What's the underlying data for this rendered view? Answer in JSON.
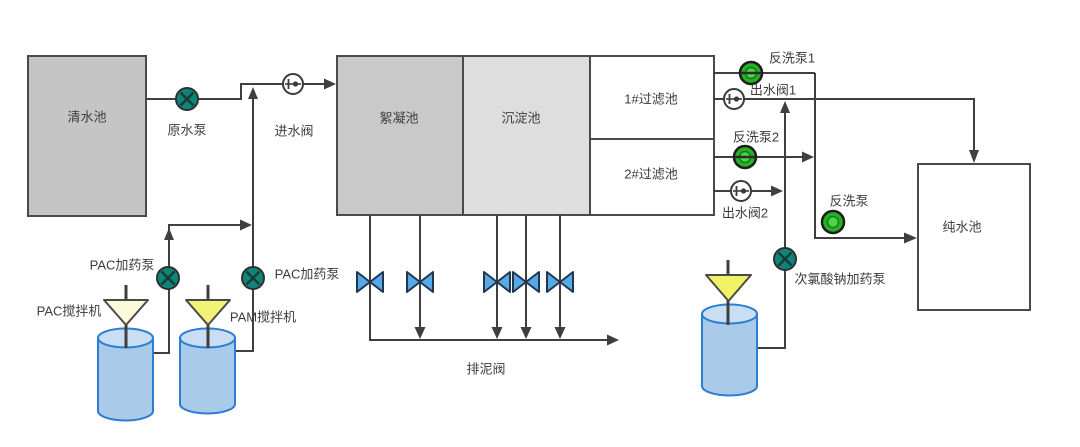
{
  "colors": {
    "background": "#ffffff",
    "pipe_line": "#3f3f3f",
    "text": "#3c3c3c",
    "basin_gray": "#c5c5c5",
    "basin_gray_dark": "#c9c9c9",
    "basin_gray_light": "#dedede",
    "basin_white": "#ffffff",
    "pump_teal": "#0f8579",
    "pump_green": "#25b225",
    "pump_green_inner": "#4cd24c",
    "mud_valve_blue": "#57aae8",
    "cylinder_fill": "#a9cbe9",
    "cylinder_top": "#c9def2",
    "cylinder_stroke": "#2d7dd2",
    "funnel_pale": "#fbfbdc",
    "funnel_yellow": "#f2f276"
  },
  "basins": {
    "clear_water": {
      "label": "清水池"
    },
    "flocculation": {
      "label": "絮凝池"
    },
    "sedimentation": {
      "label": "沉淀池"
    },
    "filter_1": {
      "label": "1#过滤池"
    },
    "filter_2": {
      "label": "2#过滤池"
    },
    "pure_water": {
      "label": "纯水池"
    }
  },
  "pumps": {
    "raw_water": {
      "label": "原水泵",
      "symbol": "teal-circle-x-pump-icon"
    },
    "backwash_1": {
      "label": "反洗泵1",
      "symbol": "green-circle-pump-icon"
    },
    "backwash_2": {
      "label": "反洗泵2",
      "symbol": "green-circle-pump-icon"
    },
    "backwash": {
      "label": "反洗泵",
      "symbol": "green-circle-pump-icon"
    },
    "pac_dosing_left": {
      "label": "PAC加药泵",
      "symbol": "teal-circle-x-pump-icon"
    },
    "pac_dosing_right": {
      "label": "PAC加药泵",
      "symbol": "teal-circle-x-pump-icon"
    },
    "naclo_dosing": {
      "label": "次氯酸钠加药泵",
      "symbol": "teal-circle-x-pump-icon"
    }
  },
  "valves": {
    "inlet": {
      "label": "进水阀",
      "symbol": "white-circle-valve-icon"
    },
    "outlet_1": {
      "label": "出水阀1",
      "symbol": "white-circle-valve-icon"
    },
    "outlet_2": {
      "label": "出水阀2",
      "symbol": "white-circle-valve-icon"
    },
    "mud_drain": {
      "label": "排泥阀",
      "symbol": "blue-bowtie-valve-icon",
      "count": 5
    }
  },
  "mixers": {
    "pac": {
      "label": "PAC搅拌机"
    },
    "pam": {
      "label": "PAM搅拌机"
    }
  }
}
